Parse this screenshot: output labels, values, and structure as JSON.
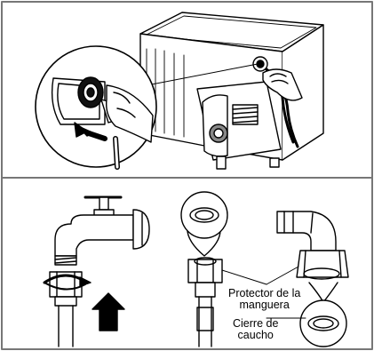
{
  "labels": {
    "hose_protector_line1": "Protector de la",
    "hose_protector_line2": "manguera",
    "rubber_seal_line1": "Cierre de",
    "rubber_seal_line2": "caucho"
  }
}
